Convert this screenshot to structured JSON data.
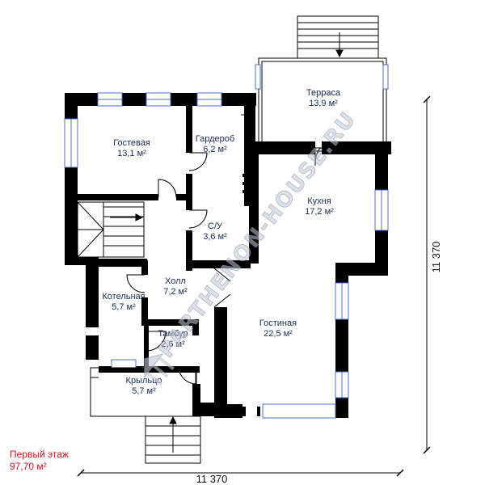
{
  "floor": {
    "title": "Первый этаж",
    "area": "97,70 м²"
  },
  "dimensions": {
    "horizontal": "11 370",
    "vertical": "11 370"
  },
  "watermark": "PARTHENON-HOUSE.RU",
  "rooms": [
    {
      "id": "terrace",
      "name": "Терраса",
      "area": "13,9 м²"
    },
    {
      "id": "guest",
      "name": "Гостевая",
      "area": "13,1 м²"
    },
    {
      "id": "wardrobe",
      "name": "Гардероб",
      "area": "6,2 м²"
    },
    {
      "id": "kitchen",
      "name": "Кухня",
      "area": "17,2 м²"
    },
    {
      "id": "wc",
      "name": "С/У",
      "area": "3,6 м²"
    },
    {
      "id": "hall",
      "name": "Холл",
      "area": "7,2 м²"
    },
    {
      "id": "boiler",
      "name": "Котельная",
      "area": "5,7 м²"
    },
    {
      "id": "living",
      "name": "Гостиная",
      "area": "22,5 м²"
    },
    {
      "id": "vestibule",
      "name": "Тамбур",
      "area": "2,6 м²"
    },
    {
      "id": "porch",
      "name": "Крыльцо",
      "area": "5,7 м²"
    }
  ],
  "colors": {
    "wall": "#000000",
    "window": "#4a6fd1",
    "label": "#1a2a55",
    "floor_title": "#e0101a"
  }
}
